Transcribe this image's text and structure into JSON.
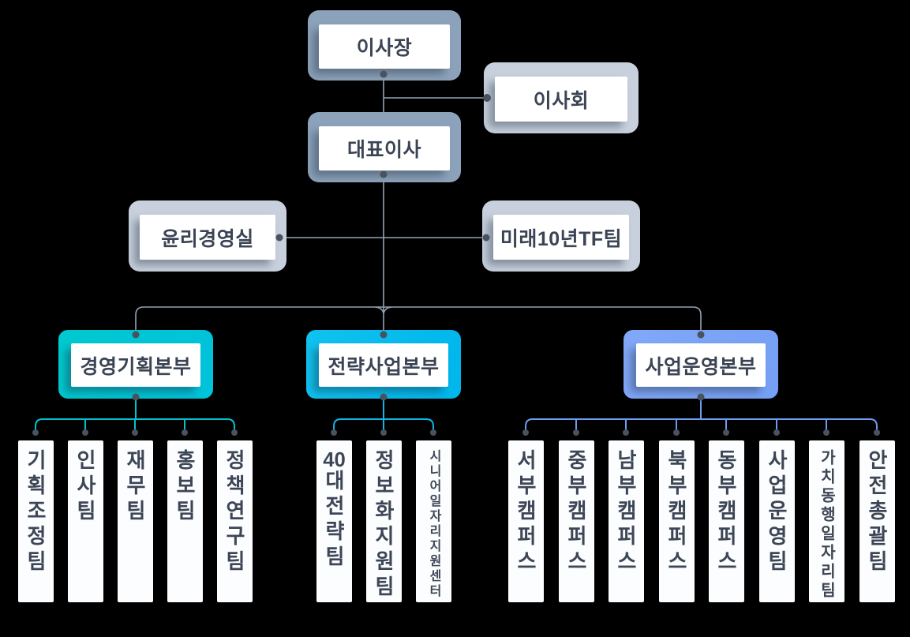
{
  "palette": {
    "background": "#000000",
    "connector_gray": "#93a2b5",
    "dot": "#49525f",
    "frame_dark_gray": "#8ca2ba",
    "frame_light_gray": "#c7d0dc",
    "box_white": "#ffffff",
    "text_dark": "#3b4454",
    "division_teal": "#00c9cf",
    "division_cyan": "#00bfef",
    "division_blue": "#7ba6f7"
  },
  "org": {
    "chairman": "이사장",
    "board": "이사회",
    "ceo": "대표이사",
    "staff_left": "윤리경영실",
    "staff_right": "미래10년TF팀",
    "divisions": [
      {
        "name": "경영기획본부",
        "accent": "#00c9cf",
        "accent2": "#00c2da",
        "line": "#00c3cf",
        "teams": [
          "기획조정팀",
          "인사팀",
          "재무팀",
          "홍보팀",
          "정책연구팀"
        ]
      },
      {
        "name": "전략사업본부",
        "accent": "#10c2ef",
        "accent2": "#00b6ec",
        "line": "#10b4e6",
        "teams": [
          "40대전략팀",
          "정보화지원팀",
          "시니어일자리지원센터"
        ]
      },
      {
        "name": "사업운영본부",
        "accent": "#81a8f8",
        "accent2": "#76a0f5",
        "line": "#6d9cf3",
        "teams": [
          "서부캠퍼스",
          "중부캠퍼스",
          "남부캠퍼스",
          "북부캠퍼스",
          "동부캠퍼스",
          "사업운영팀",
          "가치동행일자리팀",
          "안전총괄팀"
        ]
      }
    ]
  }
}
